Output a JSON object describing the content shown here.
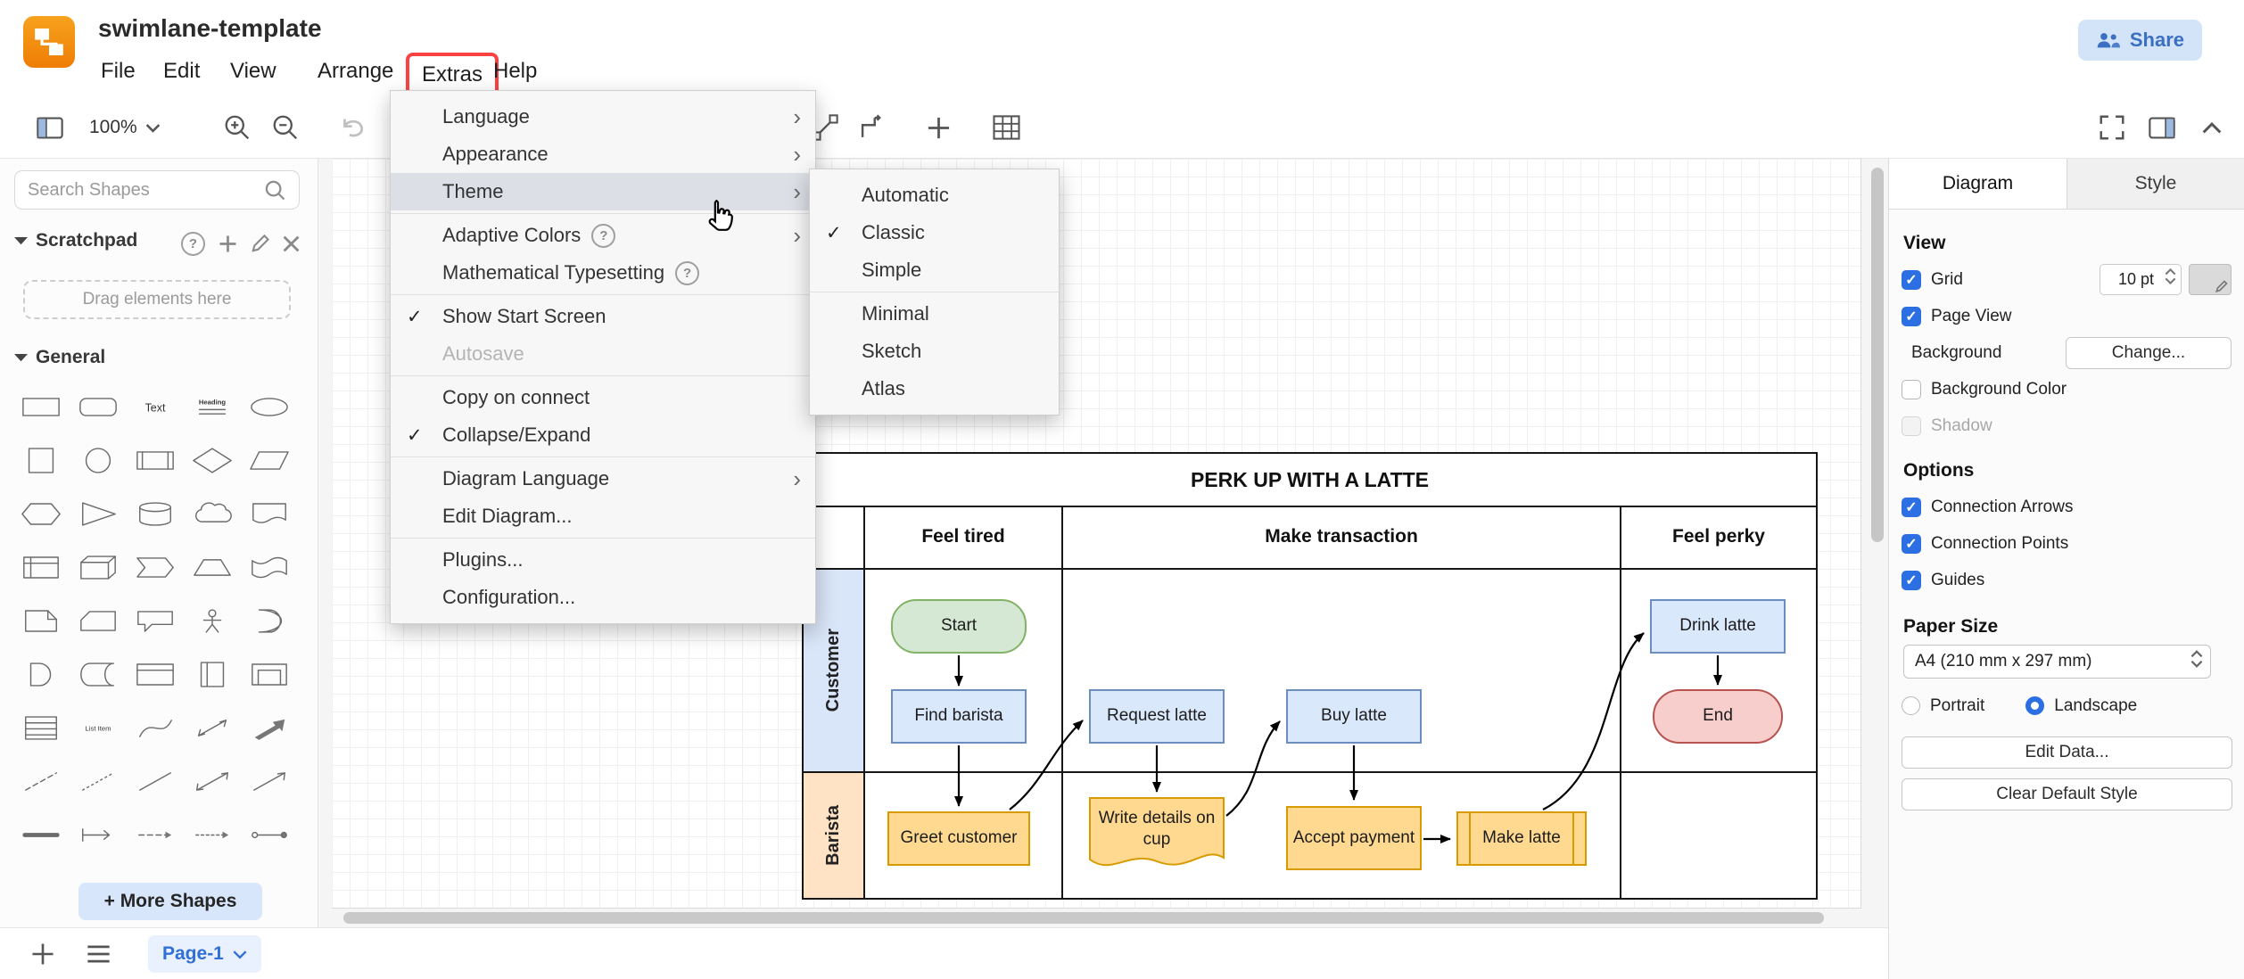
{
  "app": {
    "title": "swimlane-template",
    "menu_items": [
      "File",
      "Edit",
      "View",
      "Arrange",
      "Extras",
      "Help"
    ],
    "highlighted_menu": "Extras",
    "share_label": "Share"
  },
  "toolbar": {
    "zoom_value": "100%"
  },
  "sidebar": {
    "search_placeholder": "Search Shapes",
    "scratchpad": {
      "label": "Scratchpad",
      "hint": "Drag elements here"
    },
    "general_label": "General",
    "more_shapes_label": "+ More Shapes",
    "text_shape_label": "Text",
    "heading_shape_label": "Heading",
    "list_item_label": "List Item",
    "shapes": [
      "rectangle",
      "rounded-rectangle",
      "text",
      "heading",
      "ellipse",
      "square",
      "circle",
      "process",
      "diamond",
      "parallelogram",
      "hexagon",
      "triangle",
      "cylinder",
      "cloud",
      "document",
      "internal-storage",
      "cube",
      "step",
      "trapezoid",
      "tape",
      "note",
      "card",
      "callout",
      "actor",
      "or",
      "and",
      "data-storage",
      "container",
      "vertical-container",
      "frame",
      "list",
      "list-item",
      "curve",
      "bidirectional-arrow",
      "arrow",
      "dashed-line",
      "dotted-line",
      "line",
      "bidirectional-connector",
      "directional-connector",
      "link",
      "arrow-with-base",
      "dashed-arrow",
      "dashed-arrow-2",
      "connector-with-endpoints"
    ]
  },
  "footer": {
    "page_name": "Page-1"
  },
  "extras_menu": {
    "items": [
      {
        "label": "Language",
        "submenu": true
      },
      {
        "label": "Appearance",
        "submenu": true
      },
      {
        "label": "Theme",
        "submenu": true,
        "hover": true,
        "sep_after": true
      },
      {
        "label": "Adaptive Colors",
        "submenu": true,
        "help": true
      },
      {
        "label": "Mathematical Typesetting",
        "help": true,
        "sep_after": true
      },
      {
        "label": "Show Start Screen",
        "checked": true
      },
      {
        "label": "Autosave",
        "disabled": true,
        "sep_after": true
      },
      {
        "label": "Copy on connect"
      },
      {
        "label": "Collapse/Expand",
        "checked": true,
        "sep_after": true
      },
      {
        "label": "Diagram Language",
        "submenu": true
      },
      {
        "label": "Edit Diagram...",
        "sep_after": true
      },
      {
        "label": "Plugins..."
      },
      {
        "label": "Configuration..."
      }
    ]
  },
  "theme_menu": {
    "items": [
      {
        "label": "Automatic"
      },
      {
        "label": "Classic",
        "checked": true
      },
      {
        "label": "Simple",
        "sep_after": true
      },
      {
        "label": "Minimal"
      },
      {
        "label": "Sketch"
      },
      {
        "label": "Atlas"
      }
    ]
  },
  "diagram": {
    "title": "PERK UP WITH A LATTE",
    "columns": [
      "Feel tired",
      "Make transaction",
      "Feel perky"
    ],
    "lanes": [
      "Customer",
      "Barista"
    ],
    "nodes": {
      "start": "Start",
      "find_barista": "Find barista",
      "request_latte": "Request latte",
      "buy_latte": "Buy latte",
      "drink_latte": "Drink latte",
      "end": "End",
      "greet_customer": "Greet customer",
      "write_details": "Write details on cup",
      "accept_payment": "Accept payment",
      "make_latte": "Make latte"
    },
    "colors": {
      "green_fill": "#d5e8d4",
      "green_stroke": "#82b366",
      "blue_fill": "#dae8fc",
      "blue_stroke": "#6c8ebf",
      "red_fill": "#f8cecc",
      "red_stroke": "#b85450",
      "orange_fill": "#ffd98f",
      "orange_stroke": "#d79b00",
      "customer_lane_fill": "#d9e5f8",
      "barista_lane_fill": "#ffe3c4"
    }
  },
  "right_panel": {
    "tabs": [
      {
        "label": "Diagram",
        "active": true
      },
      {
        "label": "Style",
        "active": false
      }
    ],
    "view": {
      "heading": "View",
      "grid_label": "Grid",
      "grid_checked": true,
      "grid_size": "10",
      "grid_unit": "pt",
      "page_view_label": "Page View",
      "page_view_checked": true,
      "background_label": "Background",
      "change_button": "Change...",
      "background_color_label": "Background Color",
      "background_color_checked": false,
      "shadow_label": "Shadow",
      "shadow_checked": false
    },
    "options": {
      "heading": "Options",
      "items": [
        {
          "label": "Connection Arrows",
          "checked": true
        },
        {
          "label": "Connection Points",
          "checked": true
        },
        {
          "label": "Guides",
          "checked": true
        }
      ]
    },
    "paper": {
      "heading": "Paper Size",
      "selected": "A4 (210 mm x 297 mm)",
      "portrait_label": "Portrait",
      "landscape_label": "Landscape",
      "orientation": "Landscape"
    },
    "edit_data_button": "Edit Data...",
    "clear_default_style_button": "Clear Default Style"
  },
  "colors": {
    "accent_blue": "#2b6fe3",
    "logo_orange": "#ee7d05",
    "highlight_red": "#fb4242",
    "share_bg": "#d4e4f8"
  }
}
